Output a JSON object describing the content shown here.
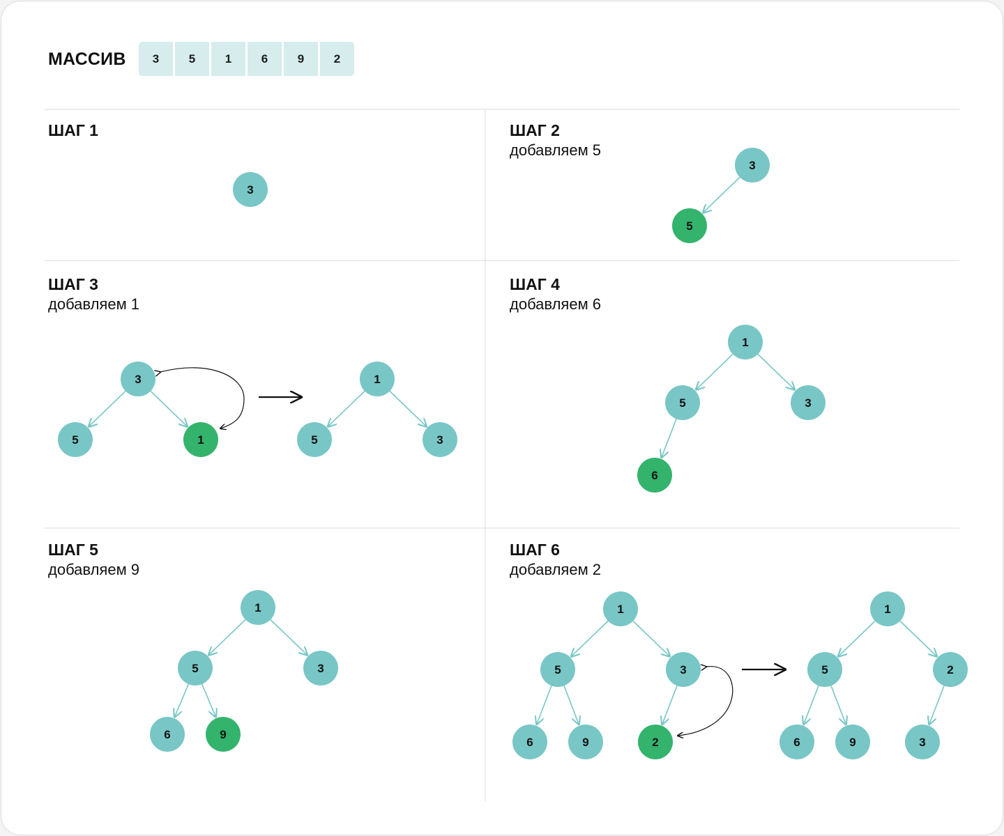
{
  "array": {
    "label": "МАССИВ",
    "values": [
      "3",
      "5",
      "1",
      "6",
      "9",
      "2"
    ]
  },
  "steps": [
    {
      "title": "ШАГ 1",
      "subtitle": ""
    },
    {
      "title": "ШАГ 2",
      "subtitle": "добавляем 5"
    },
    {
      "title": "ШАГ 3",
      "subtitle": "добавляем 1"
    },
    {
      "title": "ШАГ 4",
      "subtitle": "добавляем 6"
    },
    {
      "title": "ШАГ 5",
      "subtitle": "добавляем 9"
    },
    {
      "title": "ШАГ 6",
      "subtitle": "добавляем 2"
    }
  ],
  "colors": {
    "node": "#79c6c6",
    "new_node": "#34b36d",
    "edge": "#79c6c6",
    "divider": "#e2e2e2",
    "cell": "#d6eced"
  },
  "trees": {
    "step1": [
      "3"
    ],
    "step2": [
      "3",
      "5"
    ],
    "step3_before": [
      "3",
      "5",
      "1"
    ],
    "step3_after": [
      "1",
      "5",
      "3"
    ],
    "step4": [
      "1",
      "5",
      "3",
      "6"
    ],
    "step5": [
      "1",
      "5",
      "3",
      "6",
      "9"
    ],
    "step6_before": [
      "1",
      "5",
      "3",
      "6",
      "9",
      "2"
    ],
    "step6_after": [
      "1",
      "5",
      "2",
      "6",
      "9",
      "3"
    ]
  }
}
